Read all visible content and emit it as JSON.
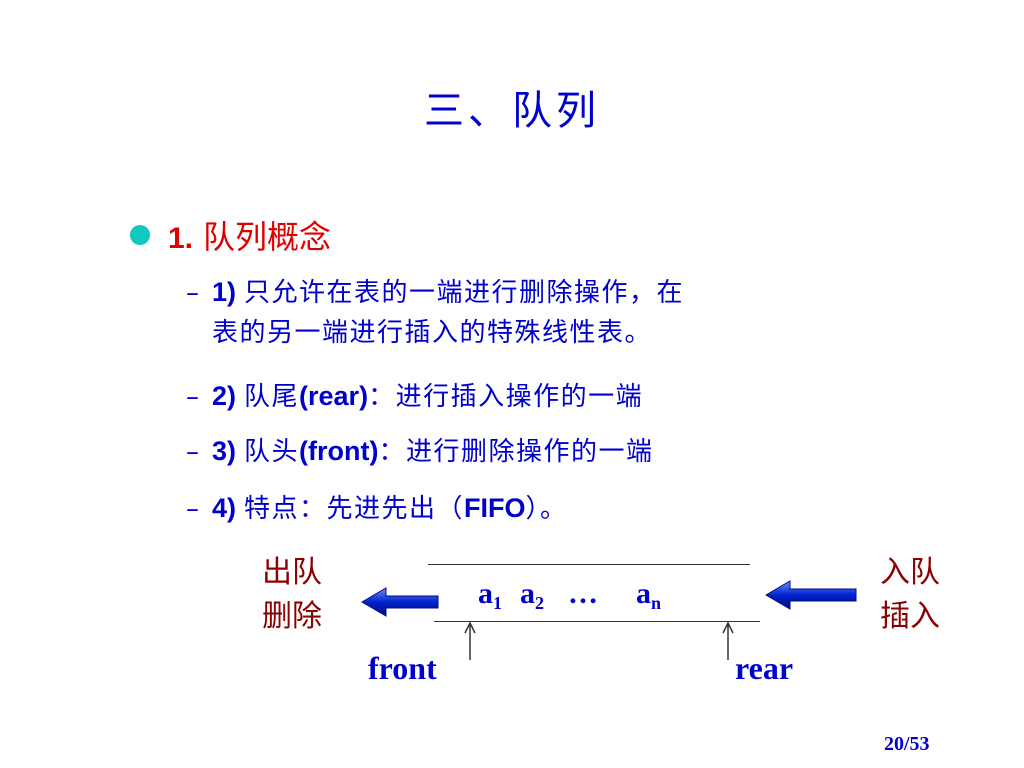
{
  "slide": {
    "title": "三、队列",
    "bullet": {
      "number": "1.",
      "text": "队列概念"
    },
    "subitems": [
      {
        "dash": "–",
        "number": "1)",
        "line1": "只允许在表的一端进行删除操作，在",
        "line2": "表的另一端进行插入的特殊线性表。"
      },
      {
        "dash": "–",
        "number": "2)",
        "pre": "队尾",
        "latin": "(rear)",
        "post": "：进行插入操作的一端"
      },
      {
        "dash": "–",
        "number": "3)",
        "pre": "队头",
        "latin": "(front)",
        "post": "：进行删除操作的一端"
      },
      {
        "dash": "–",
        "number": "4)",
        "pre": "特点：先进先出（",
        "latin": "FIFO",
        "post": "）。"
      }
    ],
    "diagram": {
      "left_label": [
        "出队",
        "删除"
      ],
      "right_label": [
        "入队",
        "插入"
      ],
      "elements": [
        {
          "base": "a",
          "sub": "1"
        },
        {
          "base": "a",
          "sub": "2"
        },
        {
          "base": "…",
          "sub": ""
        },
        {
          "base": "a",
          "sub": "n"
        }
      ],
      "front_label": "front",
      "rear_label": "rear"
    },
    "page_number": "20/53",
    "colors": {
      "title": "#0000cc",
      "bullet": "#e00000",
      "bullet_dot": "#11c8c0",
      "label": "#8b0000",
      "arrow": "#0022cc"
    }
  }
}
